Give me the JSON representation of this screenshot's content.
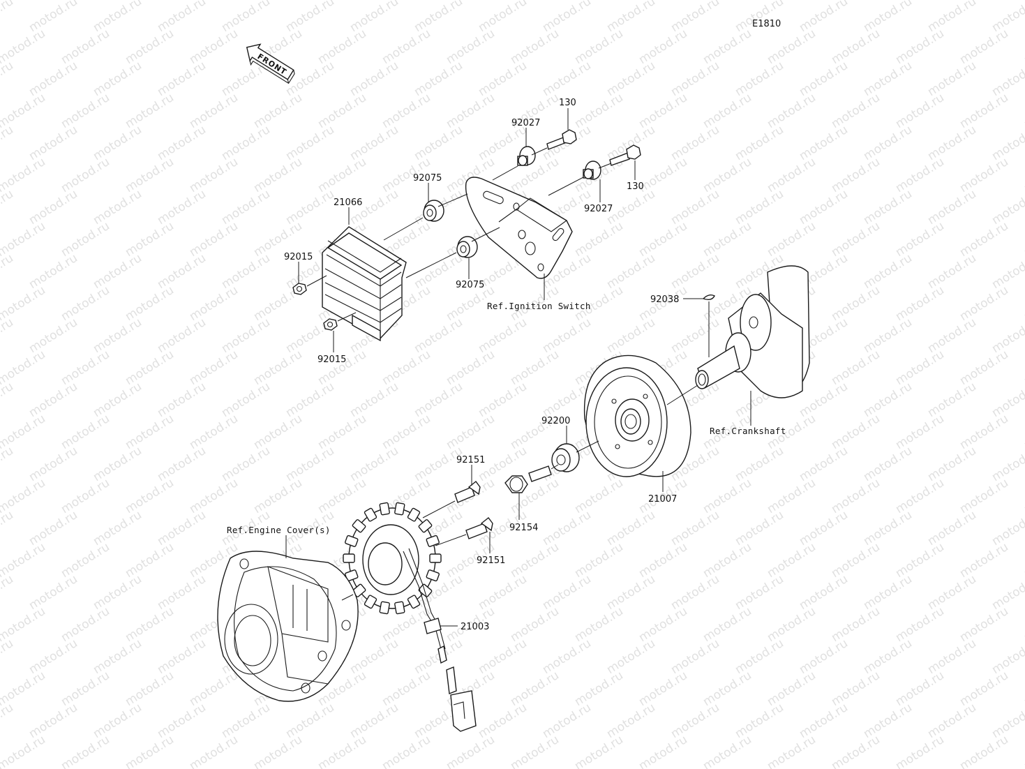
{
  "diagram_code": "E1810",
  "front_arrow_label": "FRONT",
  "watermark_text": "motod.ru",
  "part_numbers": {
    "p130_top": "130",
    "p130_right": "130",
    "p92027_top": "92027",
    "p92027_right": "92027",
    "p92075_top": "92075",
    "p92075_bottom": "92075",
    "p21066": "21066",
    "p92015_top": "92015",
    "p92015_bottom": "92015",
    "p92038": "92038",
    "p92200": "92200",
    "p21007": "21007",
    "p92151_top": "92151",
    "p92151_bottom": "92151",
    "p92154": "92154",
    "p21003": "21003"
  },
  "references": {
    "ignition_switch": "Ref.Ignition Switch",
    "crankshaft": "Ref.Crankshaft",
    "engine_cover": "Ref.Engine Cover(s)"
  },
  "colors": {
    "line": "#1a1a1a",
    "watermark": "#c8c8c8",
    "background": "#ffffff"
  }
}
